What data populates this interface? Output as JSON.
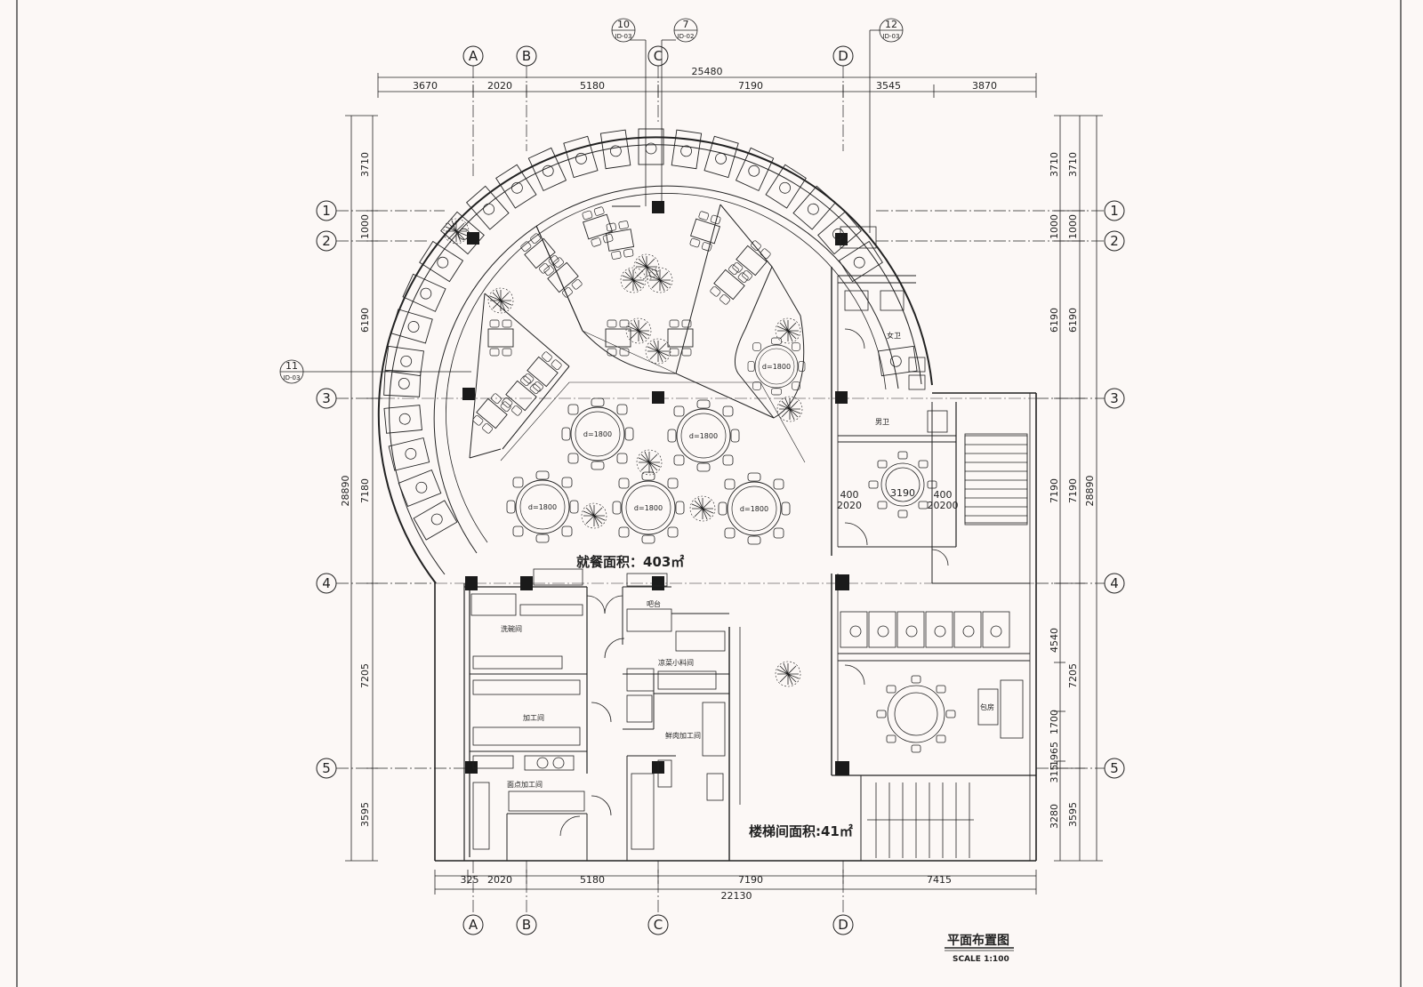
{
  "drawing": {
    "title": "平面布置图",
    "scale": "SCALE 1:100",
    "dining_area": "就餐面积：403㎡",
    "stair_area": "楼梯间面积:41㎡"
  },
  "axes": {
    "cols": [
      "A",
      "B",
      "C",
      "D"
    ],
    "rows": [
      "1",
      "2",
      "3",
      "4",
      "5"
    ]
  },
  "callouts": [
    {
      "num": "10",
      "ref": "ID-03"
    },
    {
      "num": "7",
      "ref": "ID-02"
    },
    {
      "num": "12",
      "ref": "ID-03"
    },
    {
      "num": "11",
      "ref": "ID-03"
    }
  ],
  "dims": {
    "top_total": "25480",
    "top": [
      "3670",
      "2020",
      "5180",
      "7190",
      "3545",
      "3870"
    ],
    "bottom_total": "22130",
    "bottom": [
      "325",
      "2020",
      "5180",
      "7190",
      "7415"
    ],
    "left_total": "28890",
    "left": [
      "3710",
      "1000",
      "6190",
      "7180",
      "7205",
      "3595"
    ],
    "right_total": "28890",
    "right_outer": [
      "3710",
      "1000",
      "6190",
      "7190",
      "7205",
      "3595"
    ],
    "right_inner": [
      "3710",
      "1000",
      "6190",
      "7190",
      "4540",
      "1700",
      "1965",
      "315",
      "3280"
    ]
  },
  "rooms": {
    "women_wc": "女卫",
    "men_wc": "男卫",
    "bar": "吧台",
    "dish": "洗碗间",
    "cold": "凉菜小料间",
    "process": "加工间",
    "meat": "鲜肉加工间",
    "pastry": "面点加工间",
    "private_tag": "包房",
    "table": "d=1800",
    "stair_dims": [
      "400",
      "2020",
      "3190",
      "400",
      "20200"
    ]
  },
  "colors": {
    "line": "#1a1a1a",
    "background": "#fcf8f6"
  }
}
